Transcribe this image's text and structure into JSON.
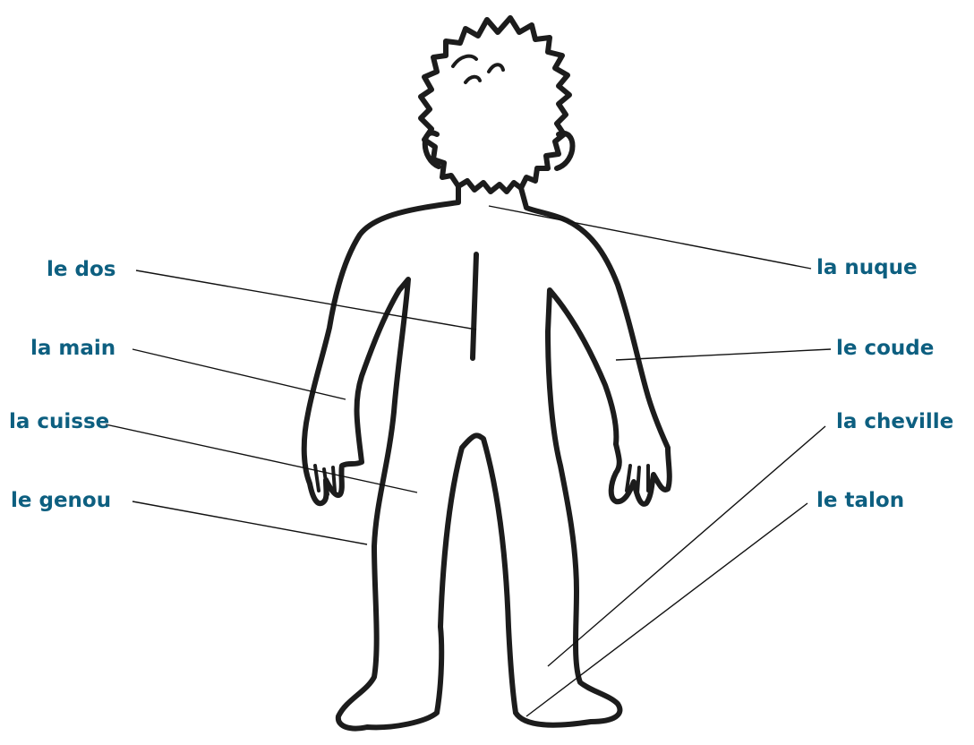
{
  "colors": {
    "label": "#0d5f80",
    "outline": "#1c1c1c",
    "leader": "#111111",
    "background": "#ffffff"
  },
  "labels": {
    "le_dos": "le dos",
    "la_main": "la main",
    "la_cuisse": "la cuisse",
    "le_genou": "le genou",
    "la_nuque": "la nuque",
    "le_coude": "le coude",
    "la_cheville": "la cheville",
    "le_talon": "le talon"
  }
}
